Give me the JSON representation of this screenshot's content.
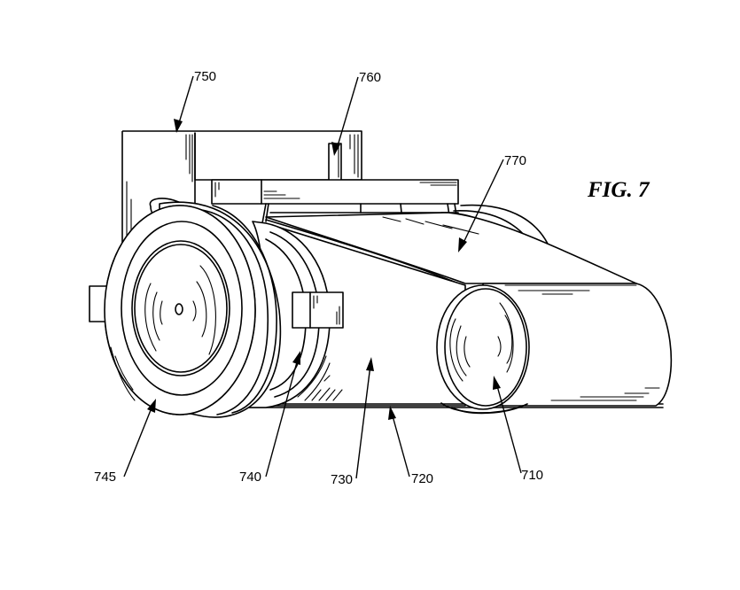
{
  "figure": {
    "title": "FIG. 7",
    "labels": {
      "bracket": "750",
      "post": "760",
      "belt_top": "770",
      "wheel": "745",
      "hub": "740",
      "belt_side": "730",
      "belt_edge": "720",
      "roller": "710"
    },
    "colors": {
      "line": "#000000",
      "background": "#ffffff"
    }
  }
}
